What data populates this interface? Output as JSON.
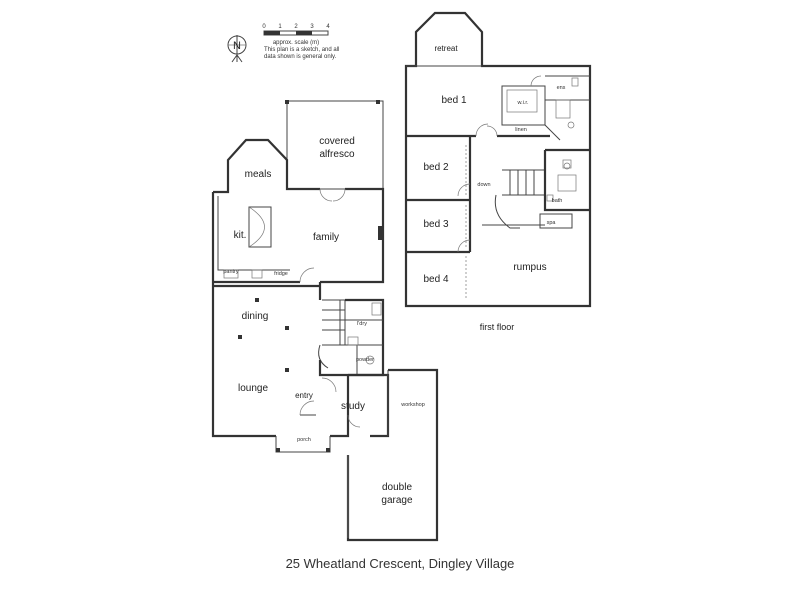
{
  "address": "25 Wheatland Crescent, Dingley Village",
  "scale": {
    "ticks": [
      "0",
      "1",
      "2",
      "3",
      "4"
    ],
    "label": "approx. scale (m)",
    "note_line1": "This plan is a sketch, and all",
    "note_line2": "data shown is general only."
  },
  "north_symbol": "N",
  "ground_floor": {
    "covered_alfresco_1": "covered",
    "covered_alfresco_2": "alfresco",
    "meals": "meals",
    "kit": "kit.",
    "family": "family",
    "pantry": "pantry",
    "fridge": "fridge",
    "dining": "dining",
    "lounge": "lounge",
    "entry": "entry",
    "study": "study",
    "porch": "porch",
    "lndry": "l'dry",
    "powder": "powder",
    "workshop": "workshop",
    "double_garage_1": "double",
    "double_garage_2": "garage"
  },
  "first_floor": {
    "label": "first floor",
    "retreat": "retreat",
    "bed1": "bed 1",
    "ens": "ens",
    "wir": "w.i.r.",
    "linen": "linen",
    "bed2": "bed 2",
    "bed3": "bed 3",
    "bed4": "bed 4",
    "rumpus": "rumpus",
    "bath": "bath",
    "spa": "spa",
    "down": "down"
  }
}
